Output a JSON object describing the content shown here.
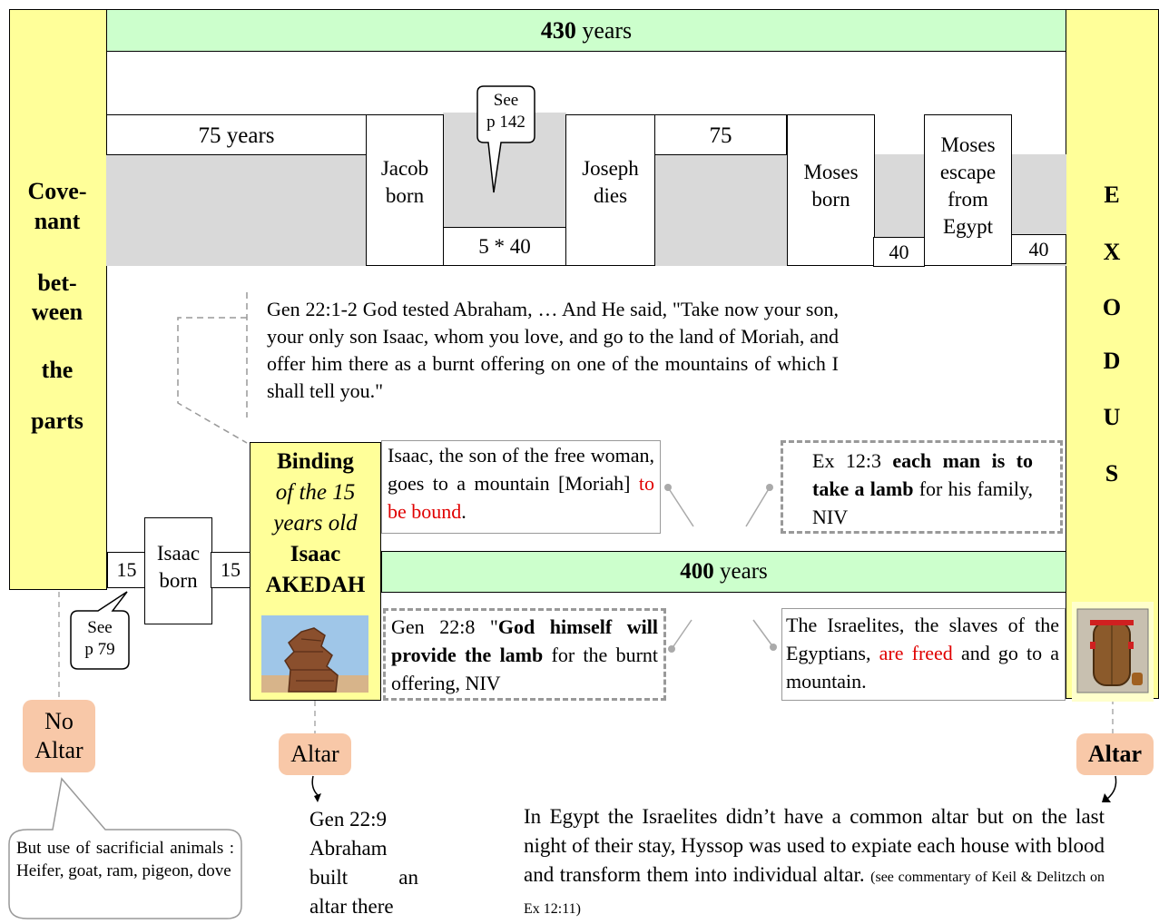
{
  "top_span": {
    "num": "430",
    "unit": "years"
  },
  "left_pillar": [
    "Cove-",
    "nant",
    "bet-",
    "ween",
    "the",
    "parts"
  ],
  "right_pillar": [
    "E",
    "X",
    "O",
    "D",
    "U",
    "S"
  ],
  "timeline": {
    "seg_75_years": "75 years",
    "jacob": [
      "Jacob",
      "born"
    ],
    "see_142": [
      "See",
      "p 142"
    ],
    "five_forty": "5 * 40",
    "joseph": [
      "Joseph",
      "dies"
    ],
    "seg_75": "75",
    "moses_born": [
      "Moses",
      "born"
    ],
    "forty_a": "40",
    "moses_escape": [
      "Moses",
      "escape",
      "from",
      "Egypt"
    ],
    "forty_b": "40"
  },
  "gen22_quote": "Gen 22:1-2 God tested Abraham, … And He said, \"Take now your son, your only son Isaac, whom you love, and go to the land of Moriah, and offer him there as a burnt offering on one of the mountains of which I shall tell you.\"",
  "binding": {
    "line1": "Binding",
    "line2": "of the 15",
    "line3": "years old",
    "line4": "Isaac",
    "line5": "AKEDAH"
  },
  "isaac_text": {
    "before": "Isaac, the son of the free woman, goes to a mountain [Moriah]",
    "red": "to be bound",
    "after": "."
  },
  "ex_12_3": {
    "ref": "Ex 12:3",
    "bold": "each man is to take a lamb",
    "rest": "for his family, NIV"
  },
  "bottom_span": {
    "num": "400",
    "unit": "years"
  },
  "gen_22_8": {
    "ref": "Gen 22:8 \"",
    "bold": "God himself will provide the lamb",
    "rest": "for the burnt offering, NIV"
  },
  "israelites_text": {
    "before": "The Israelites, the slaves of the Egyptians,",
    "red": "are freed",
    "after": "and go to a mountain."
  },
  "isaac_born": {
    "left15": "15",
    "label": [
      "Isaac",
      "born"
    ],
    "right15": "15"
  },
  "see_79": [
    "See",
    "p 79"
  ],
  "altars": {
    "no_altar": [
      "No",
      "Altar"
    ],
    "altar_mid": "Altar",
    "altar_right": "Altar"
  },
  "sacrificial_note": "But use of sacrificial animals : Heifer, goat, ram, pigeon, dove",
  "gen_22_9": [
    "Gen 22:9",
    "Abraham",
    "built an",
    "altar there"
  ],
  "egypt_note": {
    "main": "In Egypt the Israelites didn’t have a common altar but on the last night of their stay, Hyssop was used to expiate each house with blood and transform them into individual altar.",
    "small": "(see commentary of Keil & Delitzch on Ex 12:11)"
  }
}
